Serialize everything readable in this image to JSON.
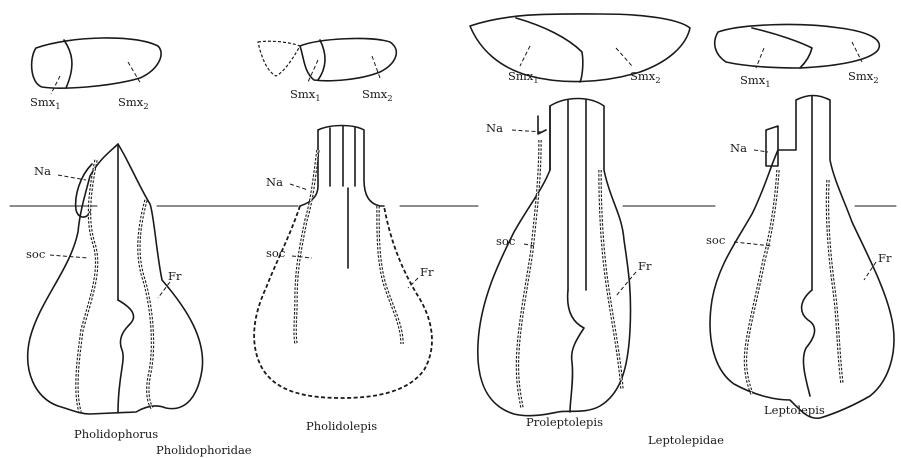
{
  "specimens": [
    {
      "genus": "Pholidophorus",
      "smx1": "Smx",
      "smx1_sub": "1",
      "smx2": "Smx",
      "smx2_sub": "2",
      "na": "Na",
      "soc": "soc",
      "fr": "Fr"
    },
    {
      "genus": "Pholidolepis",
      "smx1": "Smx",
      "smx1_sub": "1",
      "smx2": "Smx",
      "smx2_sub": "2",
      "na": "Na",
      "soc": "soc",
      "fr": "Fr"
    },
    {
      "genus": "Proleptolepis",
      "smx1": "Smx",
      "smx1_sub": "1",
      "smx2": "Smx",
      "smx2_sub": "2",
      "na": "Na",
      "soc": "soc",
      "fr": "Fr"
    },
    {
      "genus": "Leptolepis",
      "smx1": "Smx",
      "smx1_sub": "1",
      "smx2": "Smx",
      "smx2_sub": "2",
      "na": "Na",
      "soc": "soc",
      "fr": "Fr"
    }
  ],
  "families": {
    "left": "Pholidophoridae",
    "right": "Leptolepidae"
  }
}
